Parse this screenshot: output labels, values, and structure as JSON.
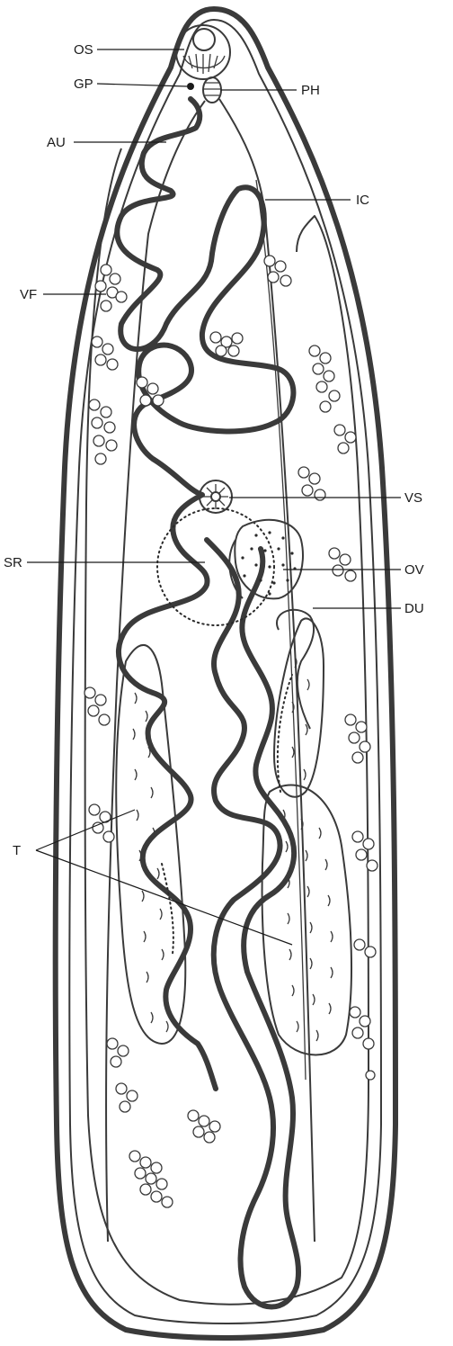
{
  "labels": {
    "os": "OS",
    "gp": "GP",
    "ph": "PH",
    "au": "AU",
    "ic": "IC",
    "vf": "VF",
    "vs": "VS",
    "sr": "SR",
    "ov": "OV",
    "du": "DU",
    "t": "T"
  }
}
